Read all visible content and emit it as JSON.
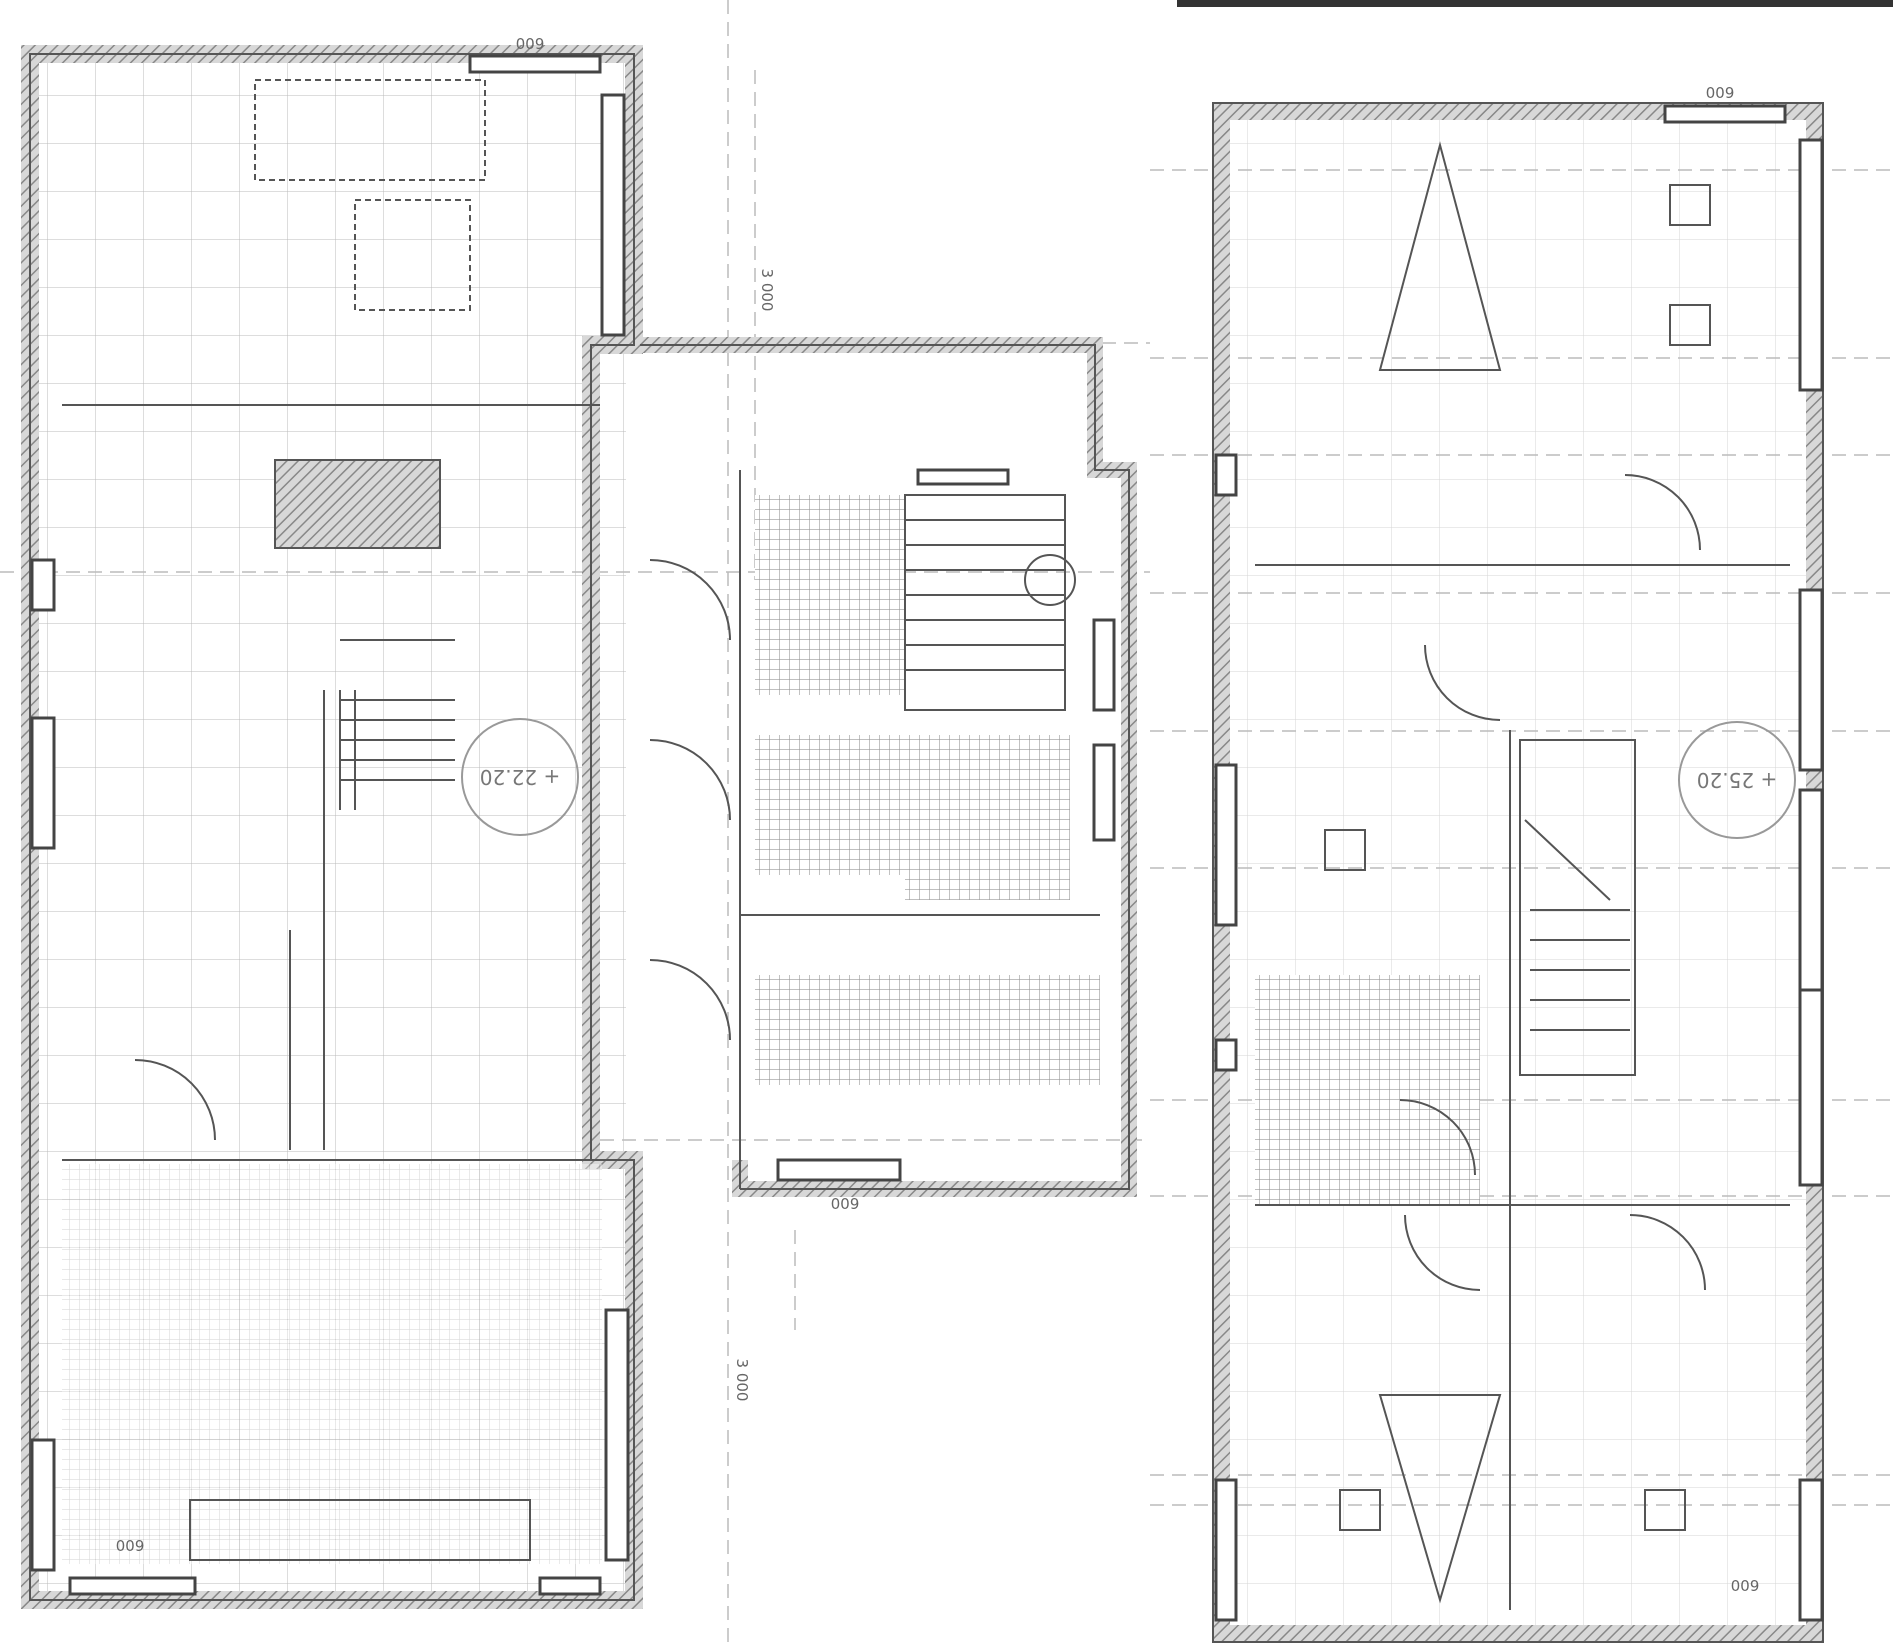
{
  "drawing": {
    "orientation": "rotated 180°",
    "colors": {
      "wall": "#8a8a8a",
      "line": "#555555",
      "grid": "#bbbbbb",
      "tile": "#999999",
      "bar": "#333333"
    },
    "level_marks": [
      {
        "id": "ground-floor",
        "text": "+ 22.20"
      },
      {
        "id": "upper-floor",
        "text": "+ 25.20"
      }
    ],
    "dimensions": [
      "600",
      "600",
      "600",
      "3 000",
      "3 000",
      "600",
      "600"
    ]
  }
}
